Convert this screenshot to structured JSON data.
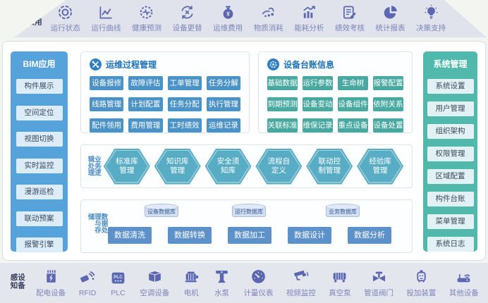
{
  "colors": {
    "accent_indigo": "#5b67b1",
    "blue_button": "#4b92c6",
    "teal_button": "#49a9a1",
    "bim_panel": "#56a2da",
    "system_panel": "#50b9ac",
    "hexagon": "#58adc4",
    "data_button": "#5d91ca",
    "header_blue": "#1b72b8"
  },
  "top_bar": {
    "label": "应用场景",
    "items": [
      {
        "label": "运行状态",
        "icon": "status-circle-icon"
      },
      {
        "label": "运行曲线",
        "icon": "line-chart-icon"
      },
      {
        "label": "健康预测",
        "icon": "health-gear-icon"
      },
      {
        "label": "设备更替",
        "icon": "replace-cycle-icon"
      },
      {
        "label": "运维费用",
        "icon": "money-bag-icon"
      },
      {
        "label": "物质消耗",
        "icon": "material-consume-icon"
      },
      {
        "label": "能耗分析",
        "icon": "energy-chart-icon"
      },
      {
        "label": "绩效考核",
        "icon": "report-pen-icon"
      },
      {
        "label": "统计报表",
        "icon": "pie-chart-icon"
      },
      {
        "label": "决策支持",
        "icon": "bulb-icon"
      }
    ]
  },
  "left_panel": {
    "title": "BIM应用",
    "items": [
      "构件展示",
      "空间定位",
      "视图切换",
      "实时监控",
      "漫游巡检",
      "联动预案",
      "报警引擎"
    ]
  },
  "right_panel": {
    "title": "系统管理",
    "items": [
      "系统设置",
      "用户管理",
      "组织架构",
      "权限管理",
      "区域配置",
      "构件台账",
      "菜单管理",
      "系统日志"
    ]
  },
  "process_section": {
    "title": "运维过程管理",
    "icon": "wrench-tools-icon",
    "buttons": [
      "设备报修",
      "故障评估",
      "工单管理",
      "任务分解",
      "线路管理",
      "计划配置",
      "任务分配",
      "执行管理",
      "配件领用",
      "费用管理",
      "工时绩效",
      "运维记录"
    ]
  },
  "ledger_section": {
    "title": "设备台账信息",
    "icon": "gear-badge-icon",
    "buttons": [
      "基础数据",
      "运行参数",
      "生命树",
      "报警配置",
      "到期预测",
      "设备变动",
      "设备组件",
      "依附关系",
      "关联标准",
      "维保记录",
      "重点设备",
      "设备处置"
    ]
  },
  "logic_section": {
    "label": "业务逻辑处理",
    "hexagons": [
      "标准库管理",
      "知识库管理",
      "安全须知库",
      "流程自定义",
      "联动控制管理",
      "经验库管理"
    ]
  },
  "data_section": {
    "label": "数据处理与存储",
    "databases": [
      "设备数据库",
      "运行数据库",
      "业务数据库"
    ],
    "buttons": [
      "数据清洗",
      "数据转换",
      "数据加工",
      "数据设计",
      "数据分析"
    ]
  },
  "bottom_bar": {
    "label": "设备感知",
    "items": [
      {
        "label": "配电设备",
        "icon": "power-distribution-icon"
      },
      {
        "label": "RFID",
        "icon": "rfid-icon"
      },
      {
        "label": "PLC",
        "icon": "plc-icon"
      },
      {
        "label": "空调设备",
        "icon": "ac-unit-icon"
      },
      {
        "label": "电机",
        "icon": "motor-icon"
      },
      {
        "label": "水泵",
        "icon": "water-pump-icon"
      },
      {
        "label": "计量仪表",
        "icon": "gauge-icon"
      },
      {
        "label": "视频监控",
        "icon": "cctv-icon"
      },
      {
        "label": "真空泵",
        "icon": "vacuum-pump-icon"
      },
      {
        "label": "管道阀门",
        "icon": "pipe-valve-icon"
      },
      {
        "label": "投加装置",
        "icon": "dosing-device-icon"
      },
      {
        "label": "其他设备",
        "icon": "router-icon"
      }
    ]
  }
}
